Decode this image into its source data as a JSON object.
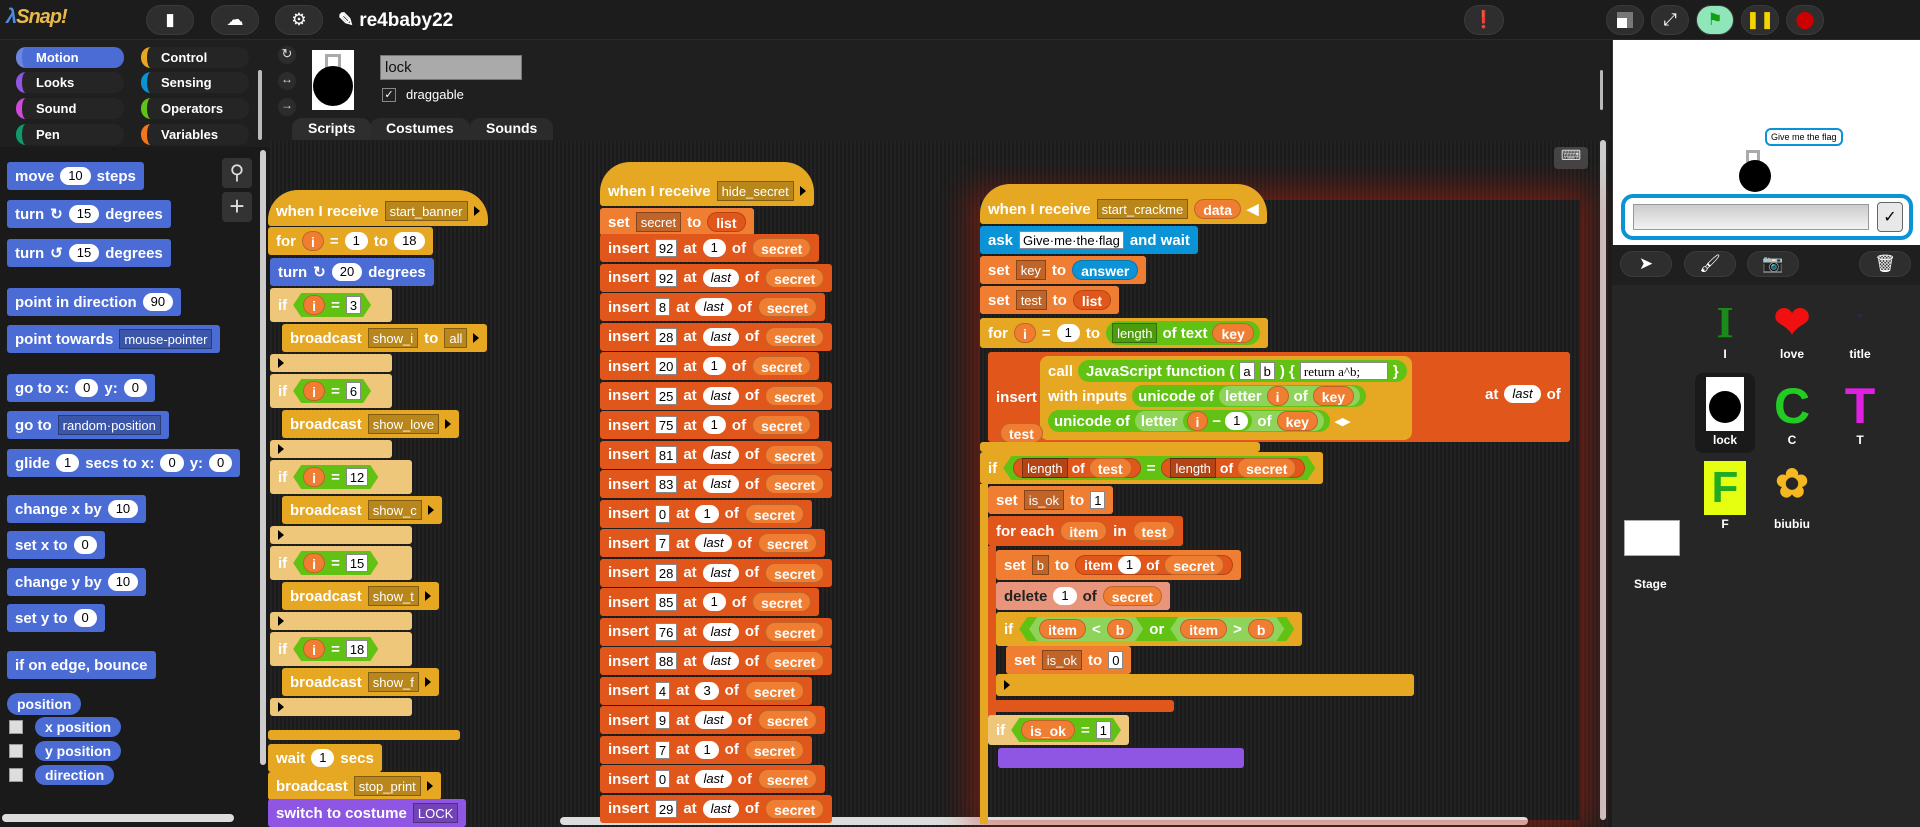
{
  "app": {
    "logo": "Snap!",
    "project_title": "re4baby22"
  },
  "topbar": {
    "file": "file-icon",
    "cloud": "cloud-icon",
    "settings": "gear-icon",
    "pencil": "✎",
    "steps": "footprints-icon",
    "stage_size": "stage-size-icon",
    "fullscreen": "fullscreen-icon",
    "green_flag": "green-flag-icon",
    "pause": "pause-icon",
    "stop": "stop-icon"
  },
  "categories": [
    {
      "label": "Motion",
      "color": "#4a6cd4",
      "selected": true
    },
    {
      "label": "Looks",
      "color": "#8f56e3"
    },
    {
      "label": "Sound",
      "color": "#cf4ad9"
    },
    {
      "label": "Pen",
      "color": "#0e9a6c"
    },
    {
      "label": "Control",
      "color": "#e6a822"
    },
    {
      "label": "Sensing",
      "color": "#0a93d6"
    },
    {
      "label": "Operators",
      "color": "#62c213"
    },
    {
      "label": "Variables",
      "color": "#f3761d"
    }
  ],
  "palette": {
    "move": [
      "move",
      "10",
      "steps"
    ],
    "turn_cw": [
      "turn",
      "15",
      "degrees"
    ],
    "turn_ccw": [
      "turn",
      "15",
      "degrees"
    ],
    "point_dir": [
      "point in direction",
      "90"
    ],
    "point_towards": [
      "point towards",
      "mouse-pointer"
    ],
    "goto_xy": [
      "go to x:",
      "0",
      "y:",
      "0"
    ],
    "goto": [
      "go to",
      "random·position"
    ],
    "glide": [
      "glide",
      "1",
      "secs to x:",
      "0",
      "y:",
      "0"
    ],
    "change_x": [
      "change x by",
      "10"
    ],
    "set_x": [
      "set x to",
      "0"
    ],
    "change_y": [
      "change y by",
      "10"
    ],
    "set_y": [
      "set y to",
      "0"
    ],
    "bounce": "if on edge, bounce",
    "position": "position",
    "x_position": "x position",
    "y_position": "y position",
    "direction": "direction"
  },
  "sprite": {
    "name": "lock",
    "draggable_label": "draggable",
    "draggable": true
  },
  "tabs": [
    "Scripts",
    "Costumes",
    "Sounds"
  ],
  "script1": {
    "hat": [
      "when I receive",
      "start_banner"
    ],
    "for": [
      "for",
      "i",
      "=",
      "1",
      "to",
      "18"
    ],
    "turn": [
      "turn",
      "20",
      "degrees"
    ],
    "ifs": [
      {
        "val": "3",
        "msg": "show_i",
        "to": "all"
      },
      {
        "val": "6",
        "msg": "show_love"
      },
      {
        "val": "12",
        "msg": "show_c"
      },
      {
        "val": "15",
        "msg": "show_t"
      },
      {
        "val": "18",
        "msg": "show_f"
      }
    ],
    "wait": [
      "wait",
      "1",
      "secs"
    ],
    "broadcast": [
      "broadcast",
      "stop_print"
    ],
    "costume": [
      "switch to costume",
      "LOCK"
    ],
    "if_kw": "if",
    "eq": "=",
    "var_i": "i",
    "broadcast_kw": "broadcast",
    "to_kw": "to"
  },
  "script2": {
    "hat": [
      "when I receive",
      "hide_secret"
    ],
    "set": [
      "set",
      "secret",
      "to",
      "list"
    ],
    "inserts": [
      {
        "v": "92",
        "at": "1"
      },
      {
        "v": "92",
        "at": "last"
      },
      {
        "v": "8",
        "at": "last"
      },
      {
        "v": "28",
        "at": "last"
      },
      {
        "v": "20",
        "at": "1"
      },
      {
        "v": "25",
        "at": "last"
      },
      {
        "v": "75",
        "at": "1"
      },
      {
        "v": "81",
        "at": "last"
      },
      {
        "v": "83",
        "at": "last"
      },
      {
        "v": "0",
        "at": "1"
      },
      {
        "v": "7",
        "at": "last"
      },
      {
        "v": "28",
        "at": "last"
      },
      {
        "v": "85",
        "at": "1"
      },
      {
        "v": "76",
        "at": "last"
      },
      {
        "v": "88",
        "at": "last"
      },
      {
        "v": "4",
        "at": "3"
      },
      {
        "v": "9",
        "at": "last"
      },
      {
        "v": "7",
        "at": "1"
      },
      {
        "v": "0",
        "at": "last"
      },
      {
        "v": "29",
        "at": "last"
      }
    ],
    "insert_kw": "insert",
    "at_kw": "at",
    "of_kw": "of",
    "list_name": "secret"
  },
  "script3": {
    "hat": [
      "when I receive",
      "start_crackme",
      "data"
    ],
    "ask": [
      "ask",
      "Give·me·the·flag",
      "and wait"
    ],
    "set_key": [
      "set",
      "key",
      "to",
      "answer"
    ],
    "set_test": [
      "set",
      "test",
      "to",
      "list"
    ],
    "for": [
      "for",
      "i",
      "=",
      "1",
      "to",
      "length",
      "of text",
      "key"
    ],
    "insert_kw": "insert",
    "call": [
      "call",
      "JavaScript function (",
      "a",
      "b",
      ") {",
      "return a^b;",
      "}"
    ],
    "with_inputs": [
      "with inputs",
      "unicode of",
      "letter",
      "i",
      "of",
      "key"
    ],
    "unicode2": [
      "unicode of",
      "letter",
      "i",
      "−",
      "1",
      "of",
      "key"
    ],
    "at": [
      "at",
      "last",
      "of"
    ],
    "test": "test",
    "if_len": [
      "if",
      "length",
      "of",
      "test",
      "=",
      "length",
      "of",
      "secret"
    ],
    "set_ok": [
      "set",
      "is_ok",
      "to",
      "1"
    ],
    "foreach": [
      "for each",
      "item",
      "in",
      "test"
    ],
    "set_b": [
      "set",
      "b",
      "to",
      "item",
      "1",
      "of",
      "secret"
    ],
    "delete": [
      "delete",
      "1",
      "of",
      "secret"
    ],
    "if_or": [
      "if",
      "item",
      "<",
      "b",
      "or",
      "item",
      ">",
      "b"
    ],
    "set_ok0": [
      "set",
      "is_ok",
      "to",
      "0"
    ],
    "if_ok": [
      "if",
      "is_ok",
      "=",
      "1"
    ]
  },
  "stage": {
    "bubble": "Give me the flag",
    "answer_value": "",
    "accept": "✓"
  },
  "corral_tools": [
    "turtle-icon",
    "paintbrush-icon",
    "camera-icon",
    "trash-icon"
  ],
  "sprites": [
    {
      "name": "I"
    },
    {
      "name": "love"
    },
    {
      "name": "title"
    },
    {
      "name": "lock",
      "selected": true
    },
    {
      "name": "C"
    },
    {
      "name": "T"
    },
    {
      "name": "F"
    },
    {
      "name": "biubiu"
    }
  ],
  "stage_label": "Stage"
}
